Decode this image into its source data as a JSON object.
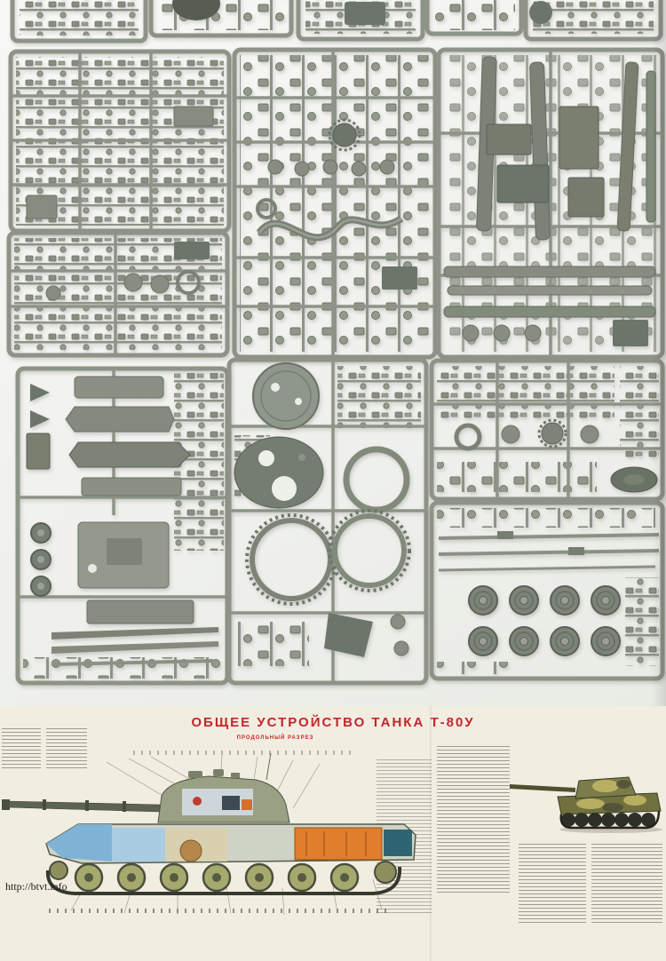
{
  "photo": {
    "sprue_color": "#8d9387",
    "sprue_dark": "#6d746a",
    "background": "#f2f3ef"
  },
  "poster": {
    "title": "ОБЩЕЕ УСТРОЙСТВО ТАНКА Т-80У",
    "subtitle": "ПРОДОЛЬНЫЙ РАЗРЕЗ",
    "watermark": "http://btvt.info",
    "title_color": "#c4262b",
    "background": "#f2ede1"
  }
}
